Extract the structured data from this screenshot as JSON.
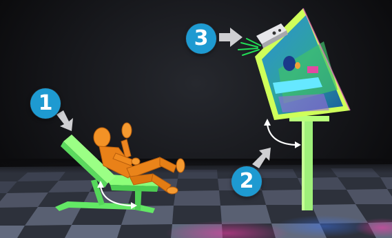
{
  "badges": [
    {
      "label": "1"
    },
    {
      "label": "2"
    },
    {
      "label": "3"
    }
  ],
  "colors": {
    "badge": "#1e9ad1",
    "chair": "#7dff6e",
    "monitor_frame": "#bfff5a",
    "mannequin": "#f08a1e",
    "floor_dark": "#3a3f4c",
    "floor_light": "#555a68",
    "sensor_beam": "#22dd55"
  },
  "icons": [
    "pointer-arrow-icon",
    "rotate-arrow-icon",
    "sensor-camera-icon"
  ]
}
